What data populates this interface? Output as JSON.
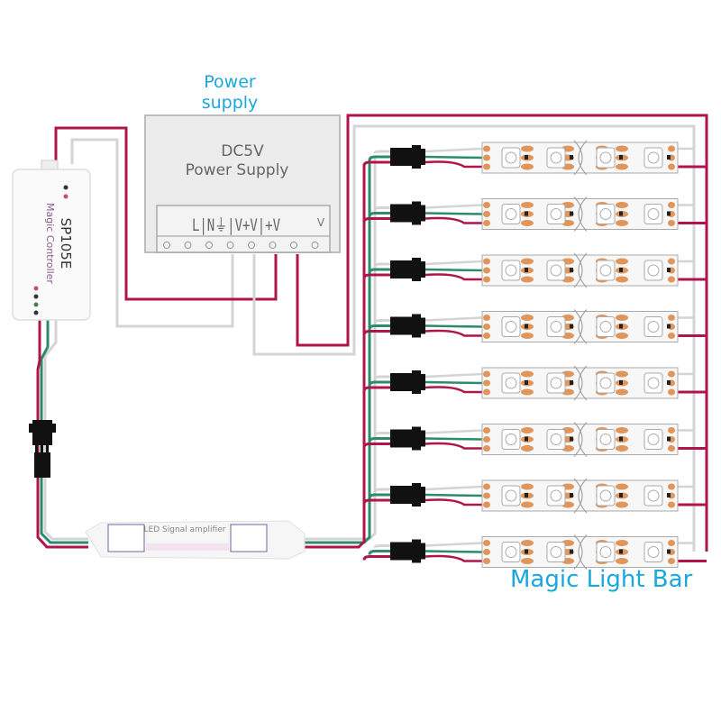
{
  "labels": {
    "power_supply": "Power\nsupply",
    "power_supply_line1": "Power",
    "power_supply_line2": "supply",
    "magic_light_bar": "Magic Light Bar"
  },
  "psu": {
    "title_line1": "DC5V",
    "title_line2": "Power Supply",
    "terminal_label": "L|N⏚|V+V|+V",
    "terminal_suffix": "V"
  },
  "controller": {
    "model": "SP105E",
    "name": "Magic Controller"
  },
  "amplifier": {
    "label": "LED Signal amplifier"
  },
  "strips": {
    "count": 8
  },
  "colors": {
    "power_wire": "#b0144f",
    "ground_wire": "#d4d4d4",
    "data_wire": "#2e8b6a",
    "label_blue": "#1aa7dd",
    "pad_orange": "#e0955a",
    "connector": "#111111"
  }
}
